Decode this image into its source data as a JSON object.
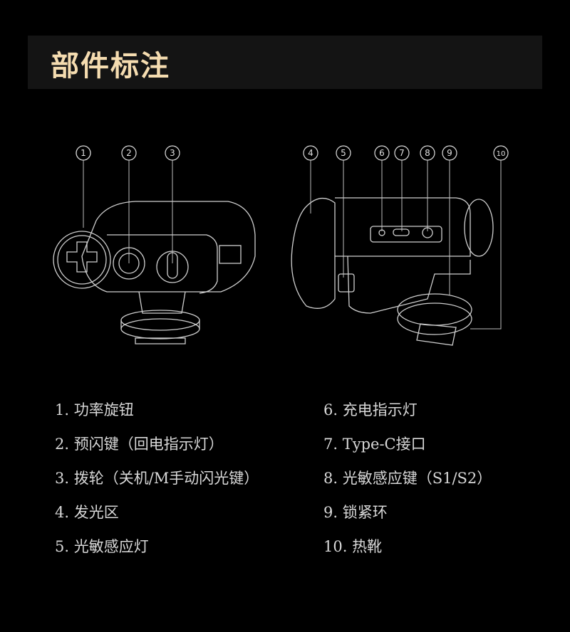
{
  "header": {
    "title": "部件标注"
  },
  "callouts": [
    "①",
    "②",
    "③",
    "④",
    "⑤",
    "⑥",
    "⑦",
    "⑧",
    "⑨",
    "⑩"
  ],
  "parts": [
    "1. 功率旋钮",
    "2. 预闪键（回电指示灯）",
    "3. 拨轮（关机/M手动闪光键）",
    "4. 发光区",
    "5. 光敏感应灯",
    "6. 充电指示灯",
    "7. Type-C接口",
    "8. 光敏感应键（S1/S2）",
    "9. 锁紧环",
    "10. 热靴"
  ],
  "colors": {
    "title": "#f5dcb0",
    "background": "#000000",
    "header_bg": "#141414",
    "text": "#d8d8d8"
  }
}
